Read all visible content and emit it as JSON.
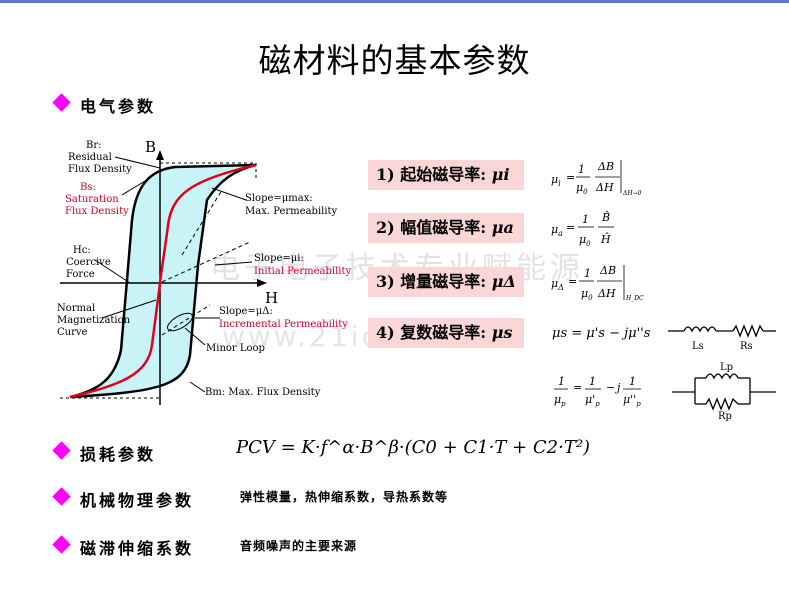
{
  "title": "磁材料的基本参数",
  "sections": {
    "electrical": "电气参数",
    "loss": "损耗参数",
    "mechanical": "机械物理参数",
    "mechanical_desc": "弹性模量，热伸缩系数，导热系数等",
    "magnetostriction": "磁滞伸缩系数",
    "magnetostriction_desc": "音频噪声的主要来源"
  },
  "diagram": {
    "axis_b": "B",
    "axis_h": "H",
    "br_1": "Br:",
    "br_2": "Residual",
    "br_3": "Flux Density",
    "bs_1": "Bs:",
    "bs_2": "Saturation",
    "bs_3": "Flux Density",
    "hc_1": "Hc:",
    "hc_2": "Coercive",
    "hc_3": "Force",
    "nm_1": "Normal",
    "nm_2": "Magnetization",
    "nm_3": "Curve",
    "slope_max_1": "Slope=μmax:",
    "slope_max_2": "Max. Permeability",
    "slope_i_1": "Slope=μi:",
    "slope_i_2": "Initial Permeability",
    "slope_d_1": "Slope=μΔ:",
    "slope_d_2": "Incremental Permeability",
    "minor": "Minor Loop",
    "bm": "Bm: Max. Flux Density"
  },
  "params": [
    {
      "label": "1) 起始磁导率: ",
      "symbol": "μi"
    },
    {
      "label": "2) 幅值磁导率: ",
      "symbol": "μa"
    },
    {
      "label": "3) 增量磁导率: ",
      "symbol": "μΔ"
    },
    {
      "label": "4) 复数磁导率: ",
      "symbol": "μs"
    }
  ],
  "equations": {
    "loss": "PCV = K·f^α·B^β·(C0 + C1·T + C2·T²)",
    "eq_complex": "μs = μ's − jμ''s"
  },
  "circuit": {
    "ls": "Ls",
    "rs": "Rs",
    "lp": "Lp",
    "rp": "Rp"
  },
  "watermark": {
    "line1": "电子电子技术专业赋能源",
    "line2": "www.21ic.com"
  },
  "colors": {
    "accent_bullet": "#ff00ff",
    "param_box": "#fbd6d6",
    "loop_fill": "#c9f4f7",
    "magnetization_curve": "#e0001b",
    "red_text": "#d4002a"
  }
}
